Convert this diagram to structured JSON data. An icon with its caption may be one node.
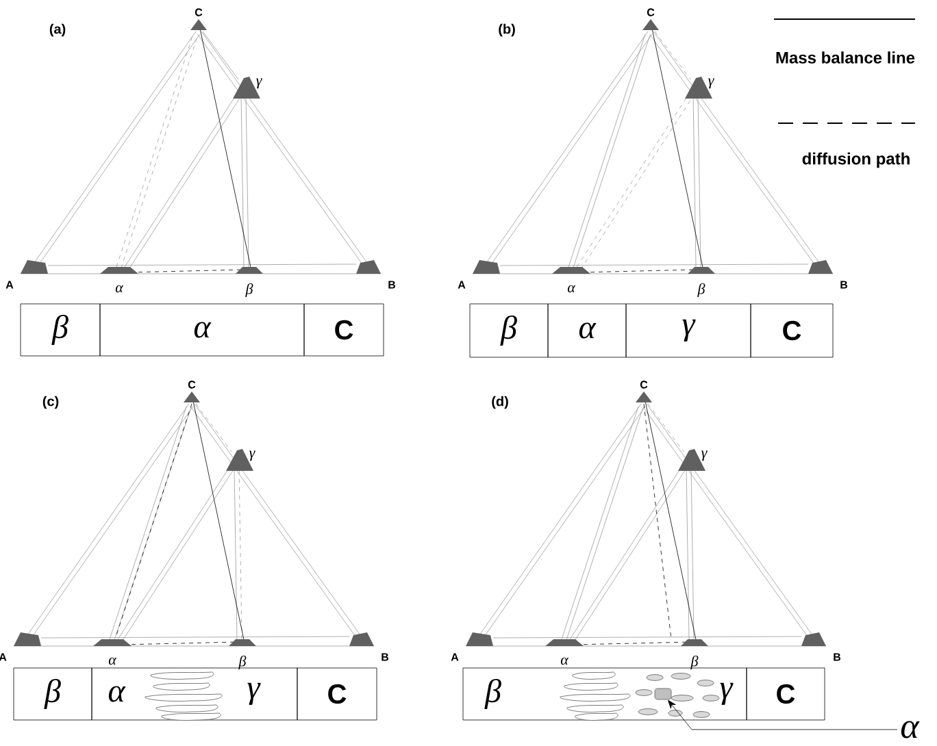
{
  "diagram": {
    "nodes": [
      {
        "text": [
          "β"
        ]
      },
      {
        "text": [
          "α"
        ]
      },
      {
        "text": [
          "C"
        ]
      },
      {
        "text": [
          "β"
        ]
      },
      {
        "text": [
          "α"
        ]
      },
      {
        "text": [
          "γ"
        ]
      },
      {
        "text": [
          "C"
        ]
      },
      {
        "text": [
          "β"
        ]
      },
      {
        "text": [
          "α",
          "γ"
        ]
      },
      {
        "text": [
          "C"
        ]
      },
      {
        "text": [
          "β",
          "γ"
        ]
      },
      {
        "text": [],
        "shape": "blob",
        "in": 10
      },
      {
        "text": [
          "C"
        ]
      },
      {
        "text": [
          "α"
        ]
      }
    ],
    "edges": [
      {
        "from": 13,
        "to": 11,
        "arrow": "to"
      }
    ],
    "labels": [
      "(a)",
      "C",
      "γ",
      "A",
      "α",
      "β",
      "B",
      "(b)",
      "C",
      "γ",
      "A",
      "α",
      "β",
      "B",
      "(c)",
      "C",
      "γ",
      "A",
      "α",
      "β",
      "B",
      "(d)",
      "C",
      "γ",
      "A",
      "α",
      "β",
      "B"
    ],
    "legend": [
      {
        "text": "Mass balance line"
      },
      {
        "text": "diffusion path"
      }
    ]
  }
}
